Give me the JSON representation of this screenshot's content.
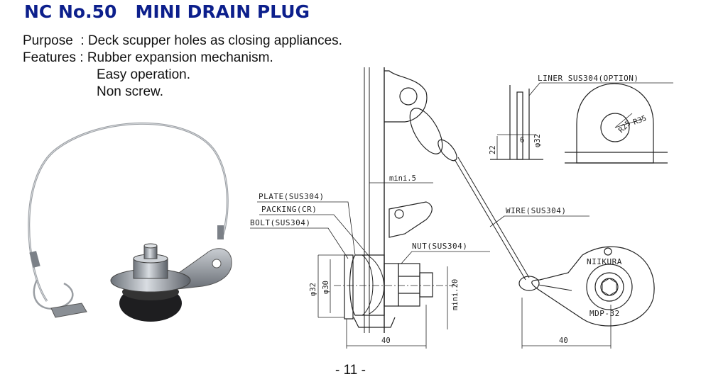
{
  "header": {
    "title": "NC No.50   MINI DRAIN PLUG"
  },
  "specs": {
    "purpose_label": "Purpose  :",
    "purpose_text": "Deck scupper holes as closing appliances.",
    "features_label": "Features :",
    "features": [
      "Rubber expansion mechanism.",
      "Easy operation.",
      "Non screw."
    ]
  },
  "drawing": {
    "labels": {
      "plate": "PLATE(SUS304)",
      "packing": "PACKING(CR)",
      "bolt": "BOLT(SUS304)",
      "nut": "NUT(SUS304)",
      "wire": "WIRE(SUS304)",
      "liner": "LINER SUS304(OPTION)",
      "brand": "NIIKURA",
      "model": "MDP-32"
    },
    "dimensions": {
      "mini5": "mini.5",
      "d32": "φ32",
      "d30": "φ30",
      "mini20": "mini.20",
      "w40_left": "40",
      "w40_right": "40",
      "h22": "22",
      "t6": "6",
      "d32_detail": "φ32",
      "r25": "R25",
      "r35": "R35"
    }
  },
  "footer": {
    "page": "- 11 -"
  }
}
